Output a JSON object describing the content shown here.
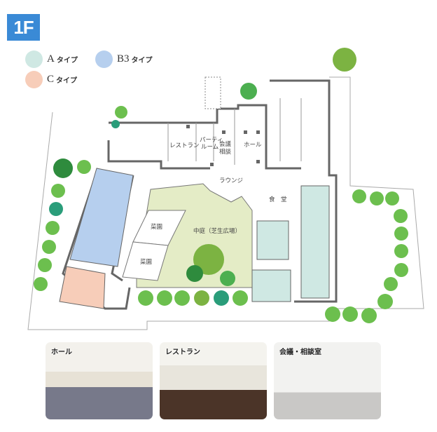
{
  "floor_label": "1F",
  "legend": [
    {
      "letter": "A",
      "suffix": "タイプ",
      "color": "#cfe8e3"
    },
    {
      "letter": "B3",
      "suffix": "タイプ",
      "color": "#b6cfee"
    },
    {
      "letter": "C",
      "suffix": "タイプ",
      "color": "#f7cdb9"
    }
  ],
  "rooms": {
    "restaurant": "レストラン",
    "party_room_1": "パーティ",
    "party_room_2": "ルーム",
    "meeting_1": "会議",
    "meeting_2": "相談",
    "hall": "ホール",
    "lounge": "ラウンジ",
    "dining": "食　堂",
    "garden1": "菜園",
    "garden2": "菜園",
    "courtyard": "中庭（芝生広場）"
  },
  "photos": [
    {
      "caption": "ホール"
    },
    {
      "caption": "レストラン"
    },
    {
      "caption": "会議・相談室"
    }
  ]
}
